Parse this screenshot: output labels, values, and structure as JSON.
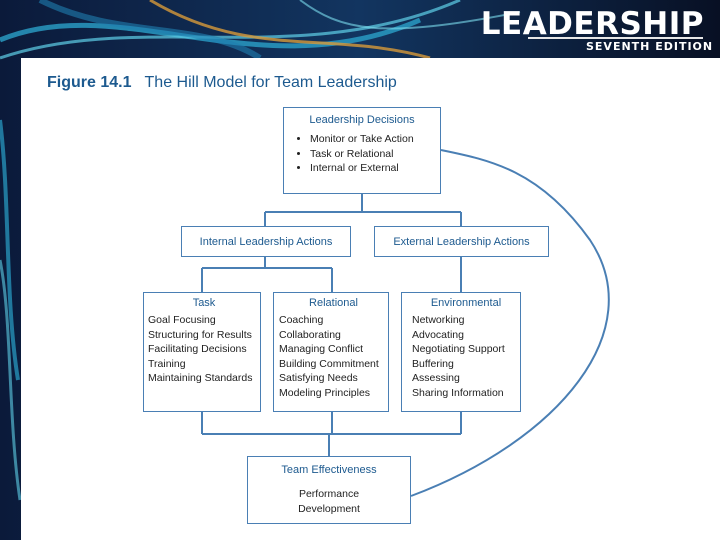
{
  "brand": {
    "title": "LEADERSHIP",
    "edition": "SEVENTH EDITION"
  },
  "figure": {
    "label": "Figure 14.1",
    "title": "The Hill Model for Team Leadership"
  },
  "leadership_decisions": {
    "title": "Leadership Decisions",
    "items": [
      "Monitor or Take Action",
      "Task or Relational",
      "Internal or External"
    ]
  },
  "internal_actions": {
    "title": "Internal Leadership Actions"
  },
  "external_actions": {
    "title": "External Leadership Actions"
  },
  "task": {
    "title": "Task",
    "items": [
      "Goal Focusing",
      "Structuring for Results",
      "Facilitating Decisions",
      "Training",
      "Maintaining Standards"
    ]
  },
  "relational": {
    "title": "Relational",
    "items": [
      "Coaching",
      "Collaborating",
      "Managing Conflict",
      "Building Commitment",
      "Satisfying Needs",
      "Modeling Principles"
    ]
  },
  "environmental": {
    "title": "Environmental",
    "items": [
      "Networking",
      "Advocating",
      "Negotiating Support",
      "Buffering",
      "Assessing",
      "Sharing Information"
    ]
  },
  "team_effectiveness": {
    "title": "Team Effectiveness",
    "items": [
      "Performance",
      "Development"
    ]
  },
  "colors": {
    "accent_blue": "#1d5a8f",
    "box_border": "#4a7fb4",
    "banner_dark": "#0a1530"
  }
}
